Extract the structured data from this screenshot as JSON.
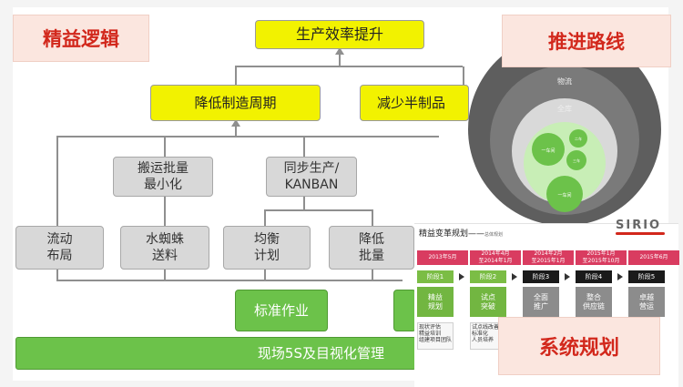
{
  "labels": {
    "lean_logic": "精益逻辑",
    "roadmap": "推进路线",
    "system_planning": "系统规划"
  },
  "tree": {
    "top": "生产效率提升",
    "level2_left": "降低制造周期",
    "level2_right": "减少半制品",
    "level3_left": "搬运批量\n最小化",
    "level3_mid": "同步生产/\nKANBAN",
    "level4": [
      "流动\n布局",
      "水蜘蛛\n送料",
      "均衡\n计划",
      "降低\n批量"
    ],
    "standard_work": "标准作业",
    "foundation": "现场5S及目视化管理"
  },
  "circles": {
    "outer": "物流",
    "middle": "全库",
    "inner_a": "一车间",
    "inner_b": "二车",
    "inner_c": "三车",
    "bottom": "一车间"
  },
  "logo": "SIRIO",
  "timeline": {
    "title": "精益变革规划——",
    "title_suffix": "总体规划",
    "dates": [
      "2013年5月",
      "2014年4月\n至2014年1月",
      "2014年2月\n至2015年1月",
      "2015年1月\n至2015年10月",
      "2015年6月"
    ],
    "phases": [
      "阶段1",
      "阶段2",
      "阶段3",
      "阶段4",
      "阶段5"
    ],
    "items": [
      "精益\n规划",
      "试点\n突破",
      "全面\n推广",
      "整合\n供应链",
      "卓越\n营运"
    ],
    "notes": [
      "现状评估\n精益培训\n组建项目团队",
      "试点线改善\n标准化\n人员培养"
    ]
  }
}
